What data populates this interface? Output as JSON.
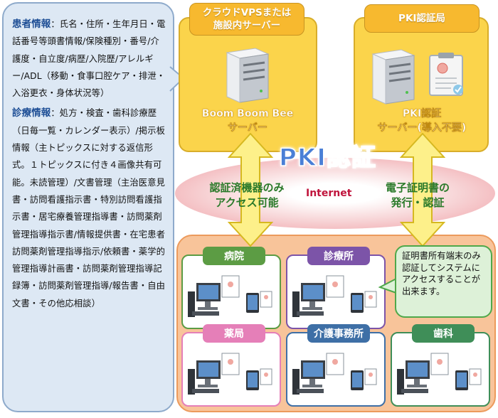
{
  "info": {
    "patient_heading": "患者情報",
    "patient_text": "：氏名・住所・生年月日・電話番号等頭書情報/保険種別・番号/介護度・自立度/病歴/入院歴/アレルギー/ADL（移動・食事口腔ケア・排泄・入浴更衣・身体状況等）",
    "clinical_heading": "診療情報",
    "clinical_text": "：処方・検査・歯科診療歴（日毎一覧・カレンダー表示）/掲示板情報（主トピックスに対する返信形式。１トピックスに付き４画像共有可能。未読管理）/文書管理（主治医意見書・訪問看護指示書・特別訪問看護指示書・居宅療養管理指導書・訪問薬剤管理指導指示書/情報提供書・在宅患者訪問薬剤管理指導指示/依頼書・薬学的管理指導計画書・訪問薬剤管理指導記録簿・訪問薬剤管理指導/報告書・自由文書・その他応相談）"
  },
  "cloud_server": {
    "title_line1": "クラウドVPSまたは",
    "title_line2": "施設内サーバー",
    "caption_line1": "Boom Boom Bee",
    "caption_line2": "サーバー"
  },
  "pki_server": {
    "title": "PKI認証局",
    "caption_line1": "PKI認証",
    "caption_line2": "サーバー(導入不要)"
  },
  "network": {
    "pki_title": "PKI認証",
    "internet": "Internet",
    "left_line1": "認証済機器のみ",
    "left_line2": "アクセス可能",
    "right_line1": "電子証明書の",
    "right_line2": "発行・認証"
  },
  "facilities": [
    {
      "label": "病院",
      "color": "#5c9c44"
    },
    {
      "label": "診療所",
      "color": "#7c54a8"
    },
    {
      "label": "薬局",
      "color": "#e57fb8"
    },
    {
      "label": "介護事務所",
      "color": "#3e6fa6"
    },
    {
      "label": "歯科",
      "color": "#3f8e58"
    }
  ],
  "callout": "証明書所有端末のみ認証してシステムにアクセスすることが出来ます。",
  "colors": {
    "server_yellow": "#fbd44b",
    "arrow_yellow": "#fdf08a",
    "panel_blue": "#dde8f4",
    "facility_orange": "#f8c49a",
    "callout_green": "#ddf1d8"
  }
}
